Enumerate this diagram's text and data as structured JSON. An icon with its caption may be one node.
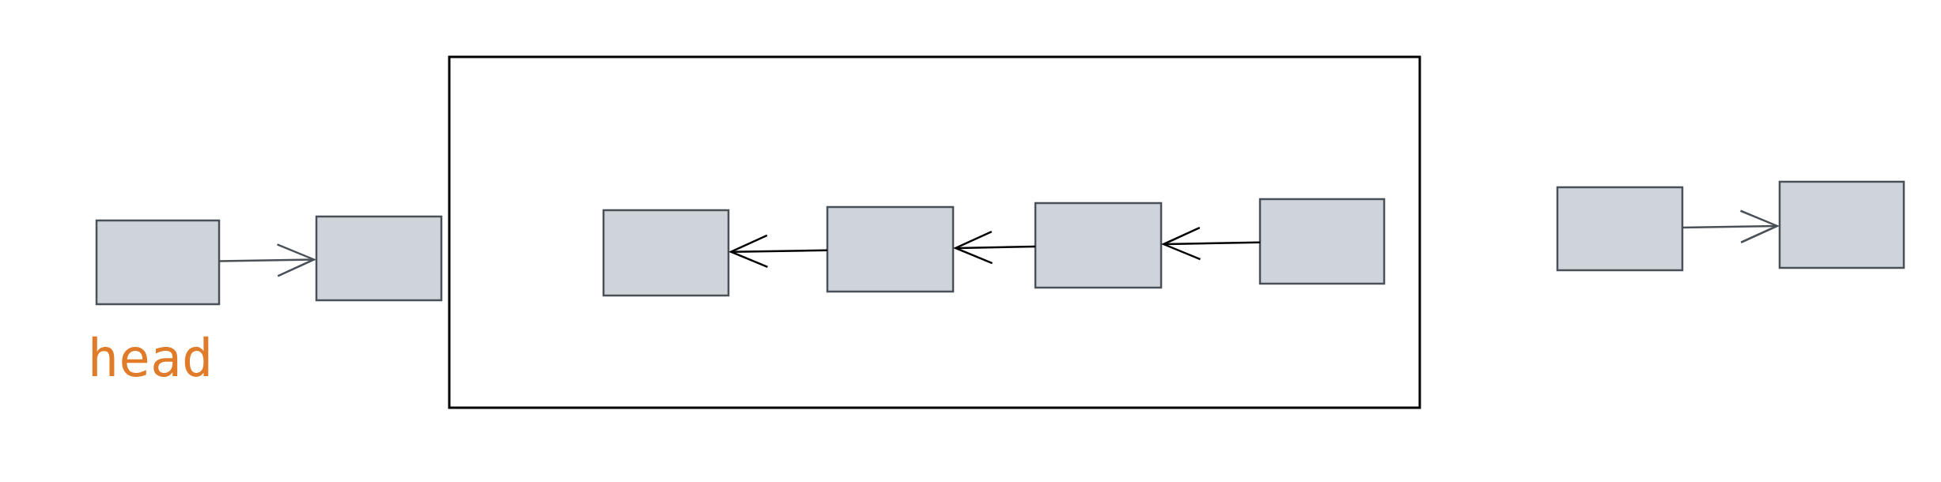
{
  "diagram": {
    "nodes": [
      {
        "text": [],
        "shape": "box",
        "beside": [
          "head"
        ]
      },
      {
        "text": [],
        "shape": "box"
      },
      {
        "text": [],
        "shape": "box"
      },
      {
        "text": [],
        "shape": "box",
        "in": 2
      },
      {
        "text": [],
        "shape": "box",
        "in": 2
      },
      {
        "text": [],
        "shape": "box",
        "in": 2
      },
      {
        "text": [],
        "shape": "box",
        "in": 2
      },
      {
        "text": [],
        "shape": "box"
      },
      {
        "text": [],
        "shape": "box"
      }
    ],
    "edges": [
      {
        "from": 0,
        "to": 1,
        "arrow": "to",
        "color": "#495057"
      },
      {
        "from": 4,
        "to": 3,
        "arrow": "to"
      },
      {
        "from": 5,
        "to": 4,
        "arrow": "to"
      },
      {
        "from": 6,
        "to": 5,
        "arrow": "to"
      },
      {
        "from": 7,
        "to": 8,
        "arrow": "to",
        "color": "#495057"
      }
    ]
  }
}
